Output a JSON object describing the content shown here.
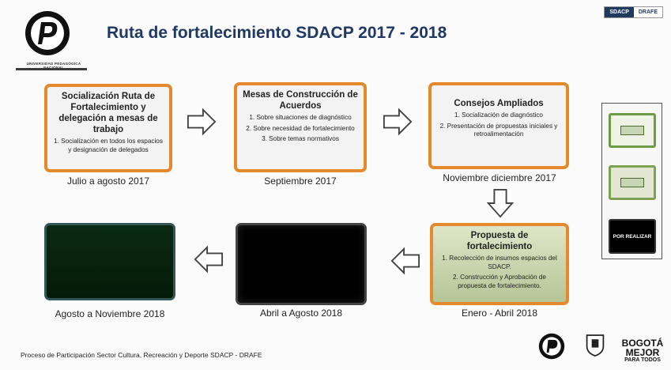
{
  "header": {
    "title": "Ruta de fortalecimiento SDACP 2017 - 2018",
    "logo_text": "UNIVERSIDAD PEDAGÓGICA NACIONAL",
    "tags": [
      "SDACP",
      "DRAFE"
    ]
  },
  "steps": [
    {
      "title": "Socialización Ruta de Fortalecimiento y delegación a mesas de trabajo",
      "items": [
        "1. Socialización en todos los espacios y designación de delegados"
      ],
      "caption": "Julio a agosto 2017"
    },
    {
      "title": "Mesas de Construcción de Acuerdos",
      "items": [
        "1. Sobre situaciones de diagnóstico",
        "2. Sobre necesidad de fortalecimiento",
        "3. Sobre temas normativos"
      ],
      "caption": "Septiembre 2017"
    },
    {
      "title": "Consejos Ampliados",
      "items": [
        "1. Socialización de diagnóstico",
        "2. Presentación de propuestas iniciales y retroalimentación"
      ],
      "caption": "Noviembre diciembre 2017"
    },
    {
      "title": "Propuesta de fortalecimiento",
      "items": [
        "1. Recolección de insumos espacios del SDACP.",
        "2. Construcción y Aprobación de propuesta de fortalecimiento."
      ],
      "caption": "Enero - Abril 2018"
    },
    {
      "caption": "Abril a Agosto 2018"
    },
    {
      "caption": "Agosto a Noviembre 2018"
    }
  ],
  "legend": {
    "third_label": "POR REALIZAR"
  },
  "footer": {
    "text": "Proceso de Participación Sector Cultura, Recreación y Deporte SDACP - DRAFE",
    "bogota_line1": "BOGOTÁ",
    "bogota_line2": "MEJOR",
    "bogota_line3": "PARA TODOS"
  },
  "colors": {
    "accent_orange": "#e58a2c",
    "title_blue": "#1f3864",
    "legend_green": "#6c9c46"
  }
}
